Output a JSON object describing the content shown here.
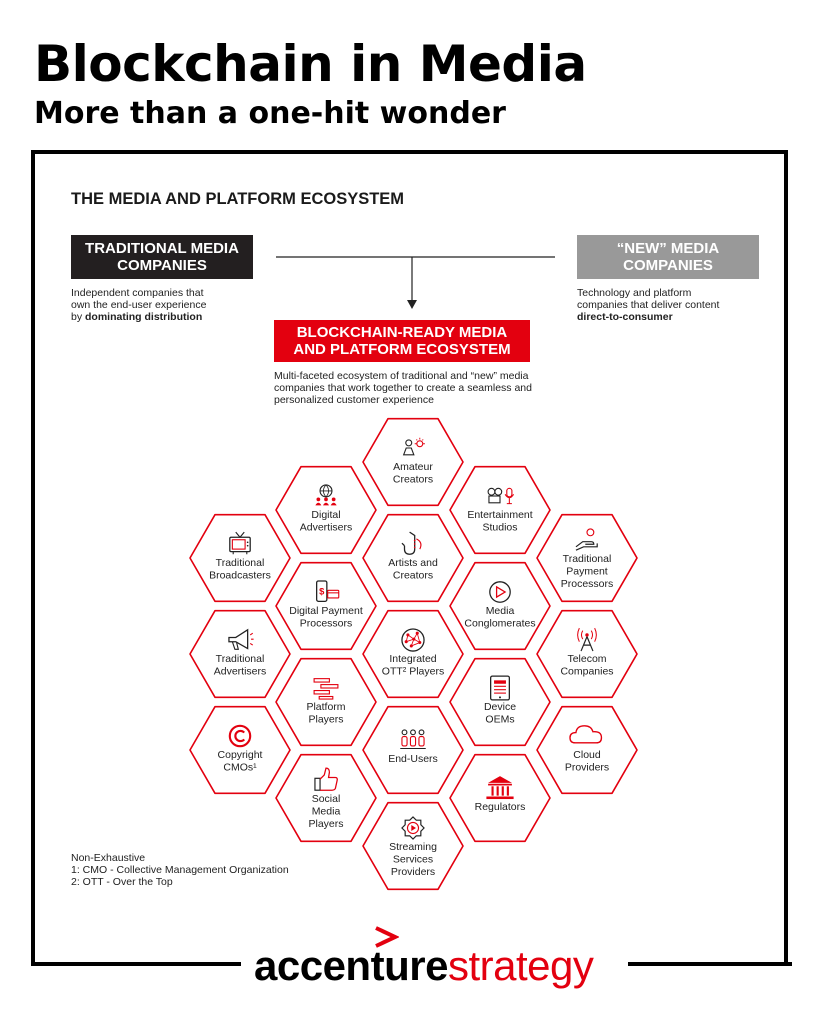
{
  "header": {
    "title": "Blockchain in Media",
    "subtitle": "More than a one-hit wonder"
  },
  "ecosystem": {
    "title": "THE MEDIA AND PLATFORM ECOSYSTEM",
    "traditional": {
      "label_line1": "TRADITIONAL MEDIA",
      "label_line2": "COMPANIES",
      "desc_line1": "Independent companies that",
      "desc_line2": "own the end-user experience",
      "desc_line3_pre": "by ",
      "desc_line3_bold": "dominating distribution"
    },
    "new": {
      "label_line1": "“NEW” MEDIA",
      "label_line2": "COMPANIES",
      "desc_line1": "Technology and platform",
      "desc_line2": "companies that deliver content",
      "desc_line3_bold": "direct-to-consumer"
    },
    "center": {
      "label_line1": "BLOCKCHAIN-READY MEDIA",
      "label_line2": "AND PLATFORM ECOSYSTEM",
      "desc_line1": "Multi-faceted ecosystem of traditional and “new” media",
      "desc_line2": "companies that work together to create a seamless and",
      "desc_line3": "personalized customer experience"
    }
  },
  "hexagons": [
    {
      "id": "amateur-creators",
      "lines": [
        "Amateur",
        "Creators"
      ],
      "icon": "lightbulb-person-icon"
    },
    {
      "id": "digital-advertisers",
      "lines": [
        "Digital",
        "Advertisers"
      ],
      "icon": "globe-people-icon"
    },
    {
      "id": "entertainment-studios",
      "lines": [
        "Entertainment",
        "Studios"
      ],
      "icon": "film-camera-microphone-icon"
    },
    {
      "id": "traditional-broadcasters",
      "lines": [
        "Traditional",
        "Broadcasters"
      ],
      "icon": "tv-icon"
    },
    {
      "id": "artists-creators",
      "lines": [
        "Artists and",
        "Creators"
      ],
      "icon": "saxophone-icon"
    },
    {
      "id": "traditional-payment-processors",
      "lines": [
        "Traditional",
        "Payment",
        "Processors"
      ],
      "icon": "hand-coin-icon"
    },
    {
      "id": "digital-payment-processors",
      "lines": [
        "Digital Payment",
        "Processors"
      ],
      "icon": "phone-card-icon"
    },
    {
      "id": "media-conglomerates",
      "lines": [
        "Media",
        "Conglomerates"
      ],
      "icon": "play-button-icon"
    },
    {
      "id": "traditional-advertisers",
      "lines": [
        "Traditional",
        "Advertisers"
      ],
      "icon": "megaphone-icon"
    },
    {
      "id": "integrated-ott-players",
      "lines": [
        "Integrated",
        "OTT² Players"
      ],
      "icon": "network-globe-icon"
    },
    {
      "id": "telecom-companies",
      "lines": [
        "Telecom",
        "Companies"
      ],
      "icon": "antenna-icon"
    },
    {
      "id": "platform-players",
      "lines": [
        "Platform",
        "Players"
      ],
      "icon": "stacked-bars-icon"
    },
    {
      "id": "device-oems",
      "lines": [
        "Device",
        "OEMs"
      ],
      "icon": "tablet-icon"
    },
    {
      "id": "copyright-cmos",
      "lines": [
        "Copyright",
        "CMOs¹"
      ],
      "icon": "copyright-icon"
    },
    {
      "id": "end-users",
      "lines": [
        "End-Users"
      ],
      "icon": "people-group-icon"
    },
    {
      "id": "cloud-providers",
      "lines": [
        "Cloud",
        "Providers"
      ],
      "icon": "cloud-icon"
    },
    {
      "id": "social-media-players",
      "lines": [
        "Social",
        "Media",
        "Players"
      ],
      "icon": "thumbs-up-icon"
    },
    {
      "id": "regulators",
      "lines": [
        "Regulators"
      ],
      "icon": "courthouse-icon"
    },
    {
      "id": "streaming-services-providers",
      "lines": [
        "Streaming",
        "Services",
        "Providers"
      ],
      "icon": "gear-play-icon"
    }
  ],
  "footnotes": {
    "line1": "Non-Exhaustive",
    "line2": "1: CMO - Collective Management Organization",
    "line3": "2: OTT - Over the Top"
  },
  "logo": {
    "part1": "accenture",
    "part2": "strategy"
  },
  "colors": {
    "accent_red": "#e3000f",
    "dark": "#231f20",
    "gray": "#999999"
  }
}
